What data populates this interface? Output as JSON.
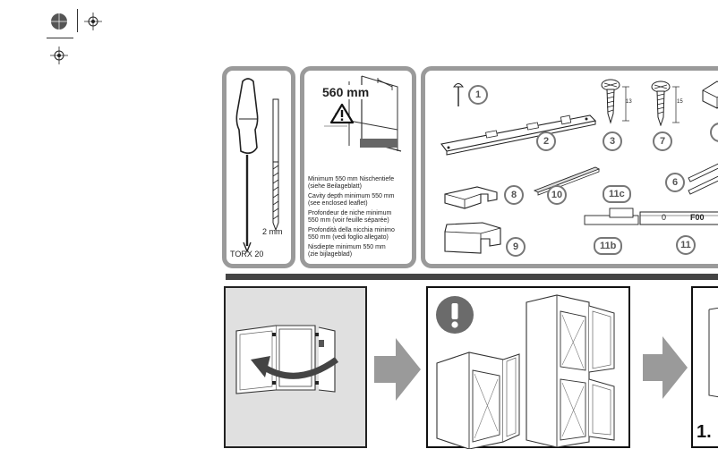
{
  "tools": {
    "torx_label": "TORX 20",
    "drill_label": "2 mm"
  },
  "niche": {
    "dimension": "560 mm",
    "notes": [
      "Minimum 550 mm Nischentiefe",
      "(siehe Beilageblatt)",
      "Cavity depth minimum 550 mm",
      "(see enclosed leaflet)",
      "Profondeur de niche minimum",
      "550 mm (voir feuille séparée)",
      "Profondità della nicchia minimo",
      "550 mm (vedi foglio allegato)",
      "Nisdiepte minimum 550 mm",
      "(zie bijlageblad)"
    ]
  },
  "parts": {
    "numbers": [
      "1",
      "2",
      "3",
      "7",
      "8",
      "10",
      "11c",
      "6",
      "9",
      "11b",
      "11"
    ],
    "screw_3_length": "13",
    "screw_7_length": "15",
    "rail_marks": "0",
    "rail_code": "F00"
  },
  "steps": {
    "step_number": "1."
  }
}
